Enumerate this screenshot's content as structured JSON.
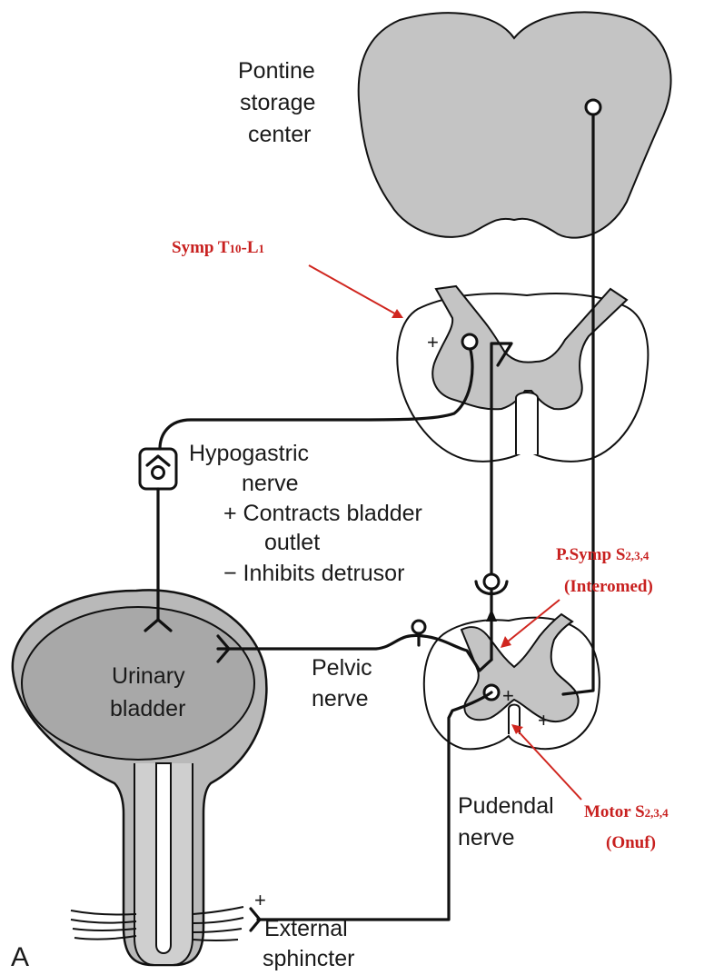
{
  "colors": {
    "gray_matter": "#c4c4c4",
    "bladder_wall": "#b9b9b9",
    "bladder_lumen": "#a8a8a8",
    "annotation_red": "#c8201f",
    "nerve_line": "#111111"
  },
  "labels": {
    "pontine": [
      "Pontine",
      "storage",
      "center"
    ],
    "hypogastric": [
      "Hypogastric",
      "nerve"
    ],
    "contracts": [
      "+ Contracts bladder",
      "outlet"
    ],
    "inhibits": "− Inhibits detrusor",
    "urinary": [
      "Urinary",
      "bladder"
    ],
    "pelvic": [
      "Pelvic",
      "nerve"
    ],
    "pudendal": [
      "Pudendal",
      "nerve"
    ],
    "external": [
      "External",
      "sphincter"
    ],
    "panel_letter": "A",
    "plus": "+"
  },
  "annotations": {
    "symp": {
      "main": "Symp T",
      "sub1": "10",
      "dash": "-L",
      "sub2": "1"
    },
    "psymp": {
      "main": "P.Symp S",
      "sub": "2,3,4",
      "line2": "(Interomed)"
    },
    "motor": {
      "main": "Motor S",
      "sub": "2,3,4",
      "line2": "(Onuf)"
    }
  }
}
